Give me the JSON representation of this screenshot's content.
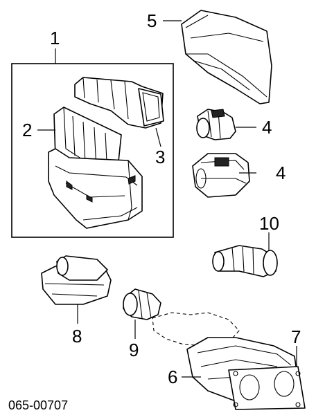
{
  "callouts": {
    "c1": "1",
    "c2": "2",
    "c3": "3",
    "c4a": "4",
    "c4b": "4",
    "c5": "5",
    "c6": "6",
    "c7": "7",
    "c8": "8",
    "c9": "9",
    "c10": "10"
  },
  "catalog_code": "065-00707"
}
